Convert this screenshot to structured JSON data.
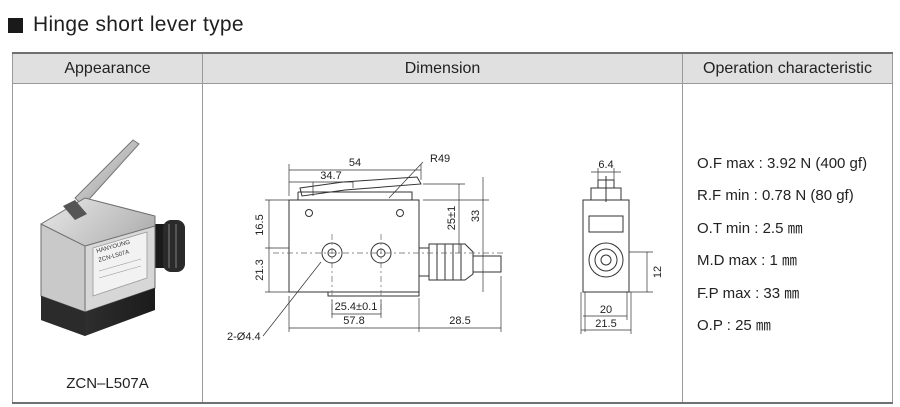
{
  "title": "Hinge short lever type",
  "table": {
    "headers": [
      "Appearance",
      "Dimension",
      "Operation characteristic"
    ]
  },
  "appearance": {
    "model": "ZCN–L507A",
    "photo_label": "ZCN-L507A",
    "brand_mark": "HANYOUNG"
  },
  "dimension": {
    "labels": {
      "d54": "54",
      "d347": "34.7",
      "r49": "R49",
      "d165": "16.5",
      "d213": "21.3",
      "d251": "25±1",
      "d33": "33",
      "d254": "25.4±0.1",
      "d578": "57.8",
      "d285": "28.5",
      "holes": "2-Ø4.4",
      "d64": "6.4",
      "d20": "20",
      "d215": "21.5",
      "d12": "12"
    }
  },
  "operation": [
    "O.F max : 3.92 N (400 gf)",
    "R.F min : 0.78 N (80 gf)",
    "O.T min : 2.5 ㎜",
    "M.D max : 1 ㎜",
    "F.P max : 33 ㎜",
    "O.P : 25 ㎜"
  ]
}
